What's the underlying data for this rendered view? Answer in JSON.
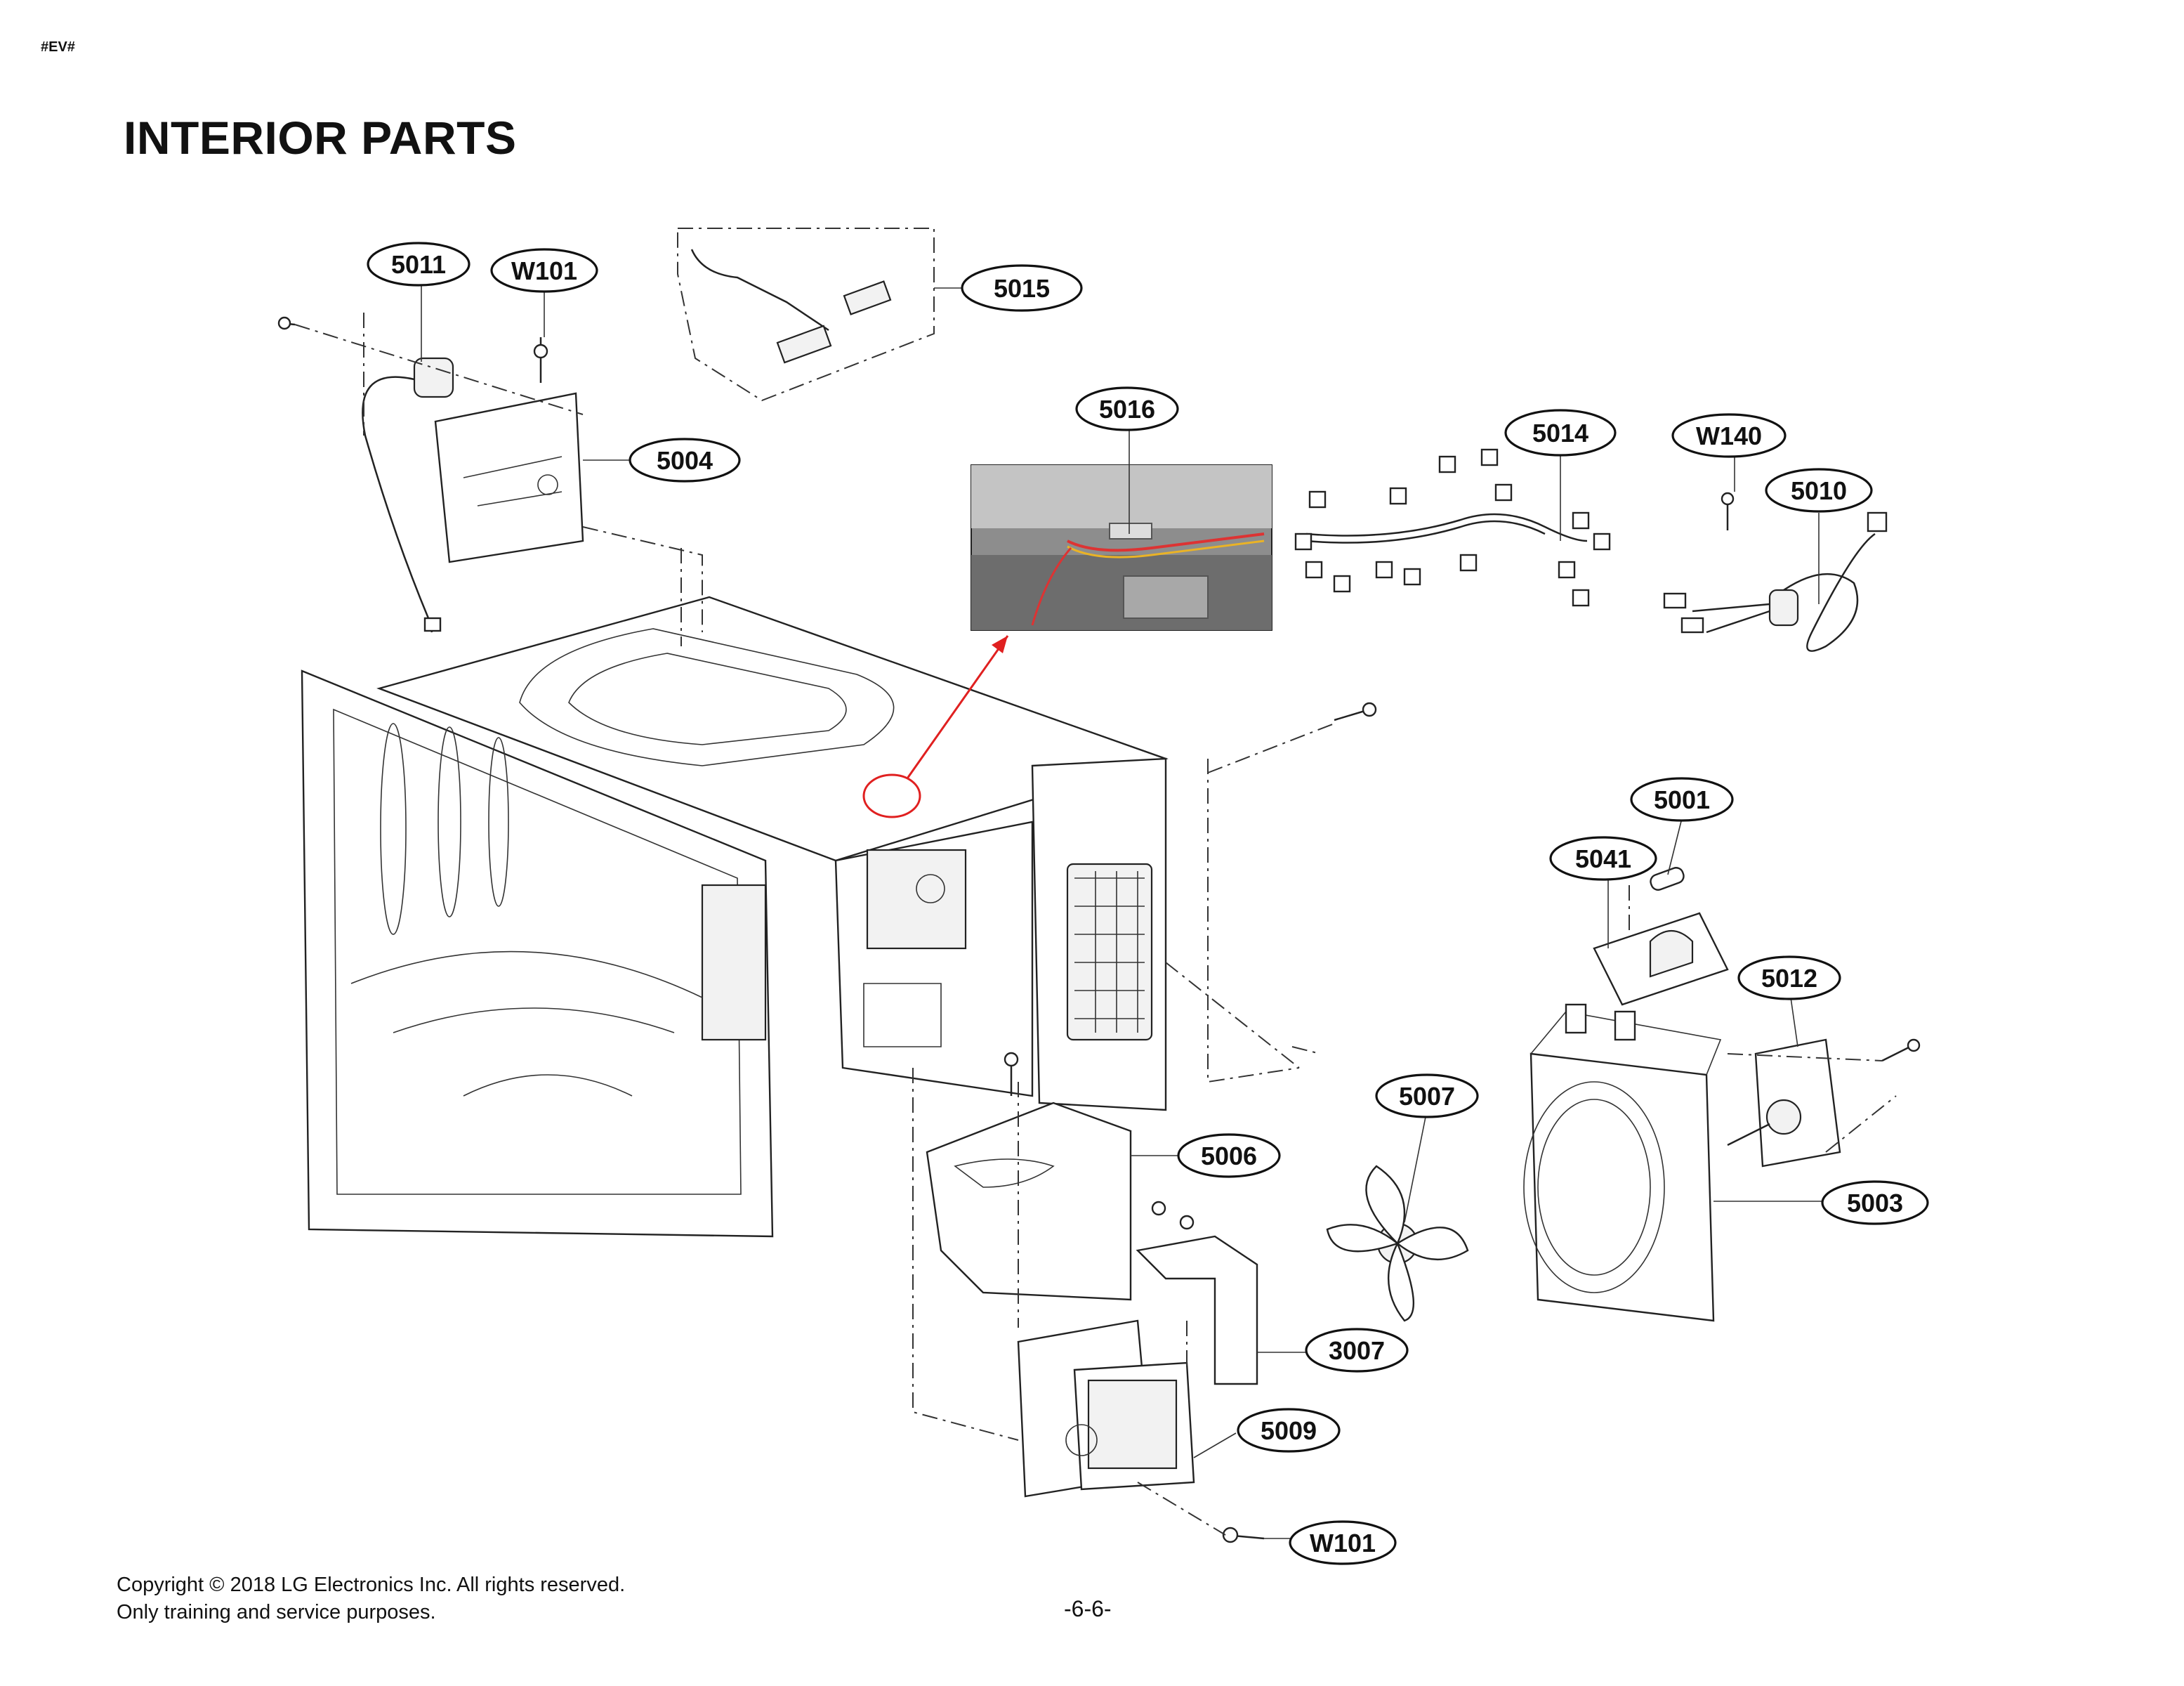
{
  "header": {
    "doc_tag": "#EV#",
    "title": "INTERIOR PARTS"
  },
  "callouts": {
    "p5011": "5011",
    "w101_top": "W101",
    "p5015": "5015",
    "p5004": "5004",
    "p5016": "5016",
    "p5014": "5014",
    "w140": "W140",
    "p5010": "5010",
    "p5001": "5001",
    "p5041": "5041",
    "p5012": "5012",
    "p5007": "5007",
    "p5006": "5006",
    "p5003": "5003",
    "p3007": "3007",
    "p5009": "5009",
    "w101_bottom": "W101"
  },
  "footer": {
    "copyright_line1": "Copyright © 2018 LG Electronics Inc. All rights reserved.",
    "copyright_line2": "Only training and service purposes.",
    "page_number": "-6-6-"
  },
  "colors": {
    "highlight": "#e02020",
    "ink": "#222222"
  }
}
